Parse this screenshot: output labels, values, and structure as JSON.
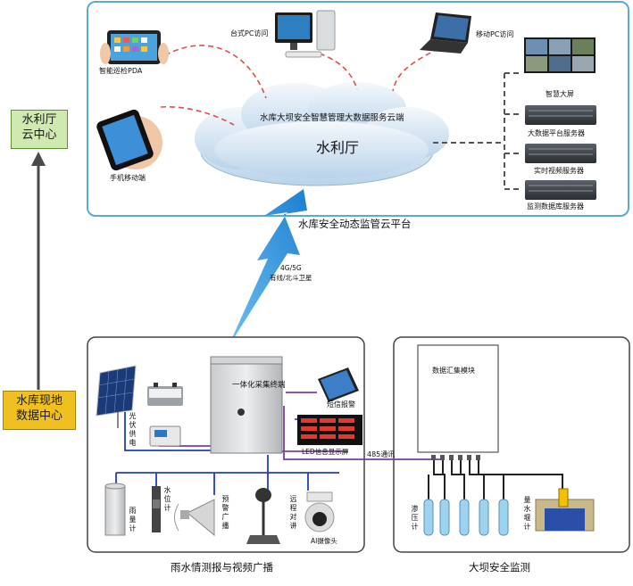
{
  "left": {
    "cloud_center": "水利厅\n云中心",
    "local_center": "水库现地\n数据中心"
  },
  "platform": {
    "title": "水库安全动态监管云平台",
    "cloud_title": "水库大坝安全智慧管理大数据服务云端",
    "cloud_name": "水利厅",
    "clients": {
      "pda": "智能巡检PDA",
      "desktop": "台式PC访问",
      "mobile_pc": "移动PC访问",
      "phone": "手机移动端"
    },
    "servers": {
      "wall": "智慧大屏",
      "bigdata": "大数据平台服务器",
      "video": "实时视频服务器",
      "db": "监测数据库服务器"
    }
  },
  "link": {
    "line1": "4G/5G",
    "line2": "有线/北斗卫星"
  },
  "rain": {
    "title": "雨水情测报与视频广播",
    "terminal": "一体化采集终端",
    "sms": "短信报警",
    "led": "LED信息显示屏",
    "solar": "光伏供电",
    "rain_gauge": "雨量计",
    "water_level": "水位计",
    "alarm_broadcast": "预警广播",
    "remote_call": "远程对讲",
    "ai_camera": "AI摄像头",
    "rs485": "485通讯"
  },
  "dam": {
    "title": "大坝安全监测",
    "collector": "数据汇集模块",
    "seepage": "渗压计",
    "weir": "量水堰计"
  },
  "colors": {
    "panel_border": "#5aa9d6",
    "panel_border_dark": "#444444",
    "arrow_blue": "#2a8fd8",
    "red_dash": "#e0504a",
    "wire_blue": "#1f3fbf",
    "wire_purple": "#7a3fa0",
    "green_box": "#cfe9b0",
    "yellow_box": "#f0c020"
  }
}
